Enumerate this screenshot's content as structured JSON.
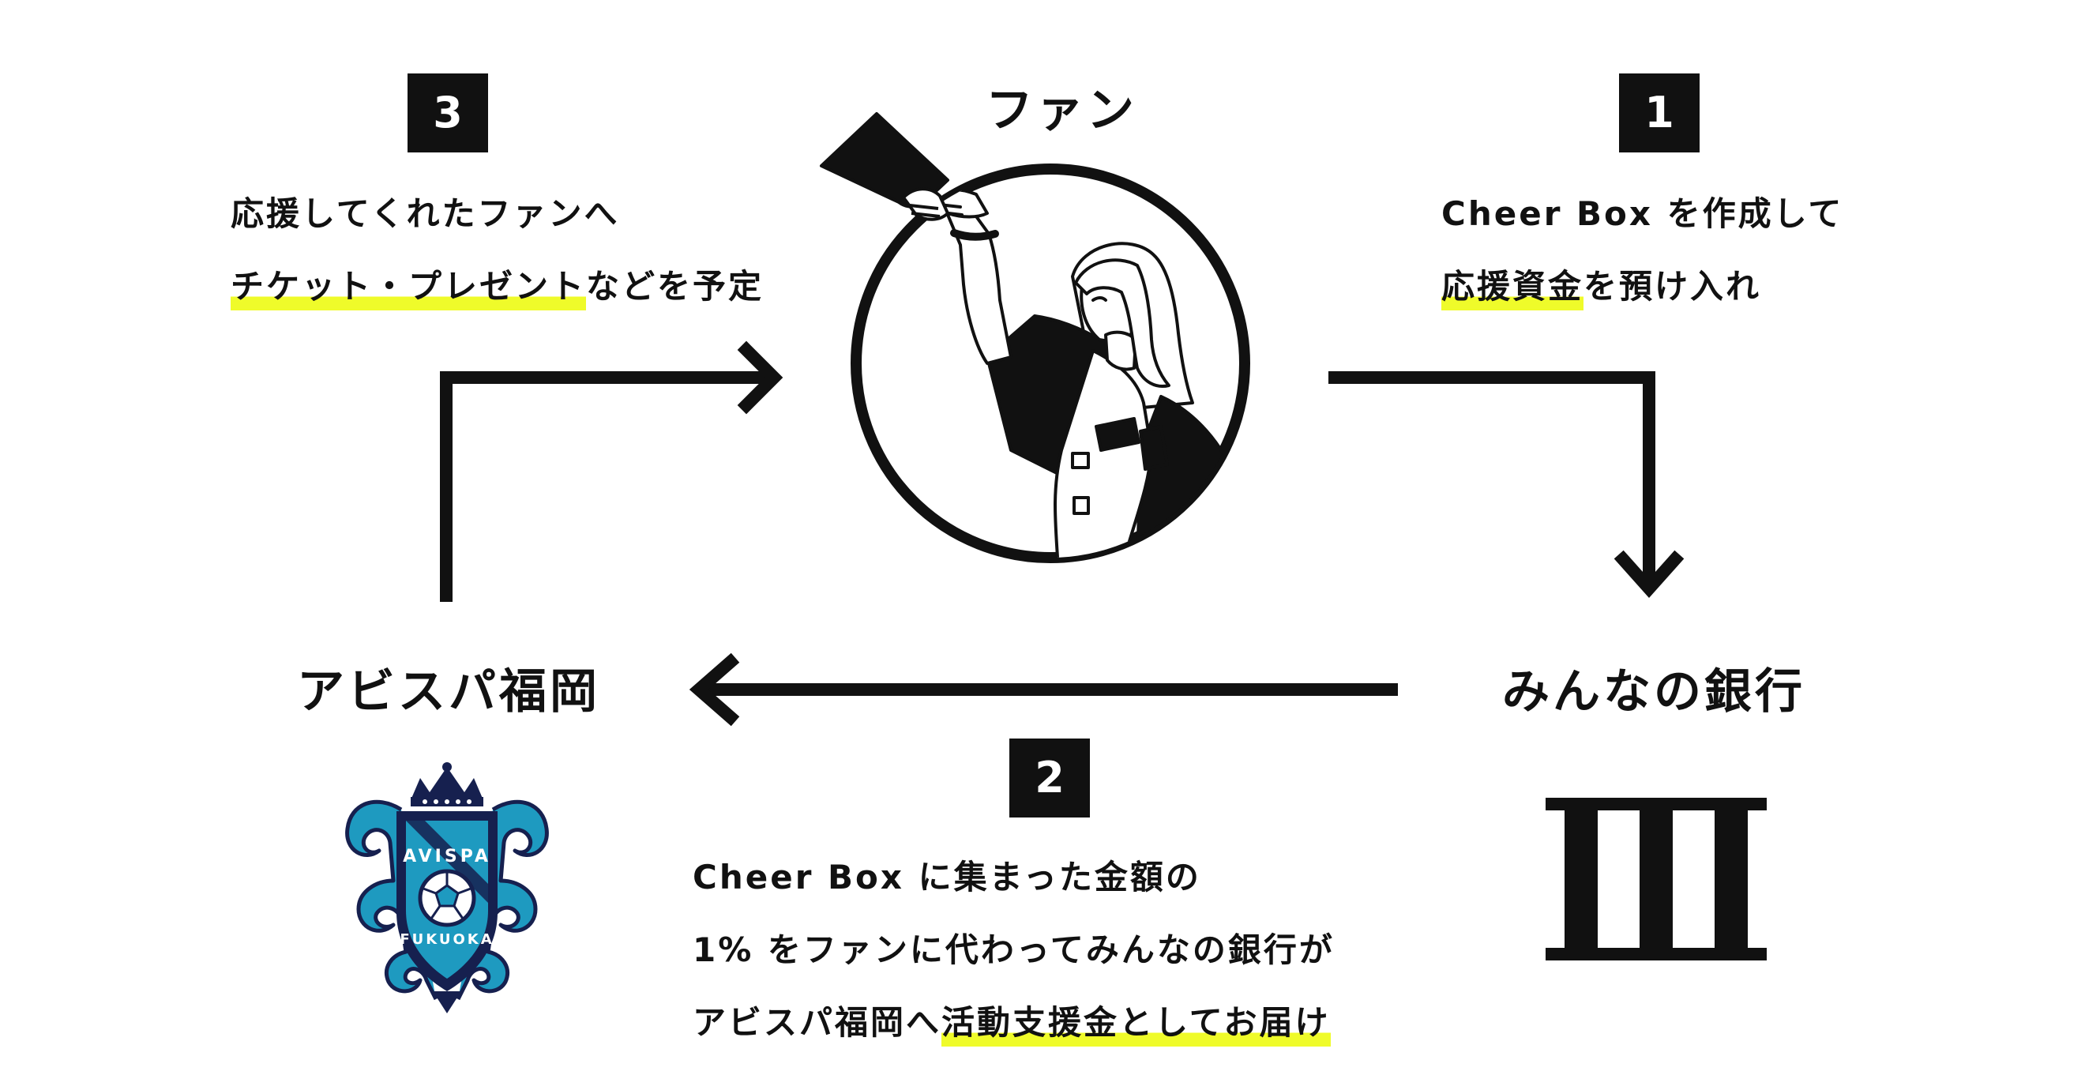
{
  "nodes": {
    "fan": "ファン",
    "bank": "みんなの銀行",
    "club": "アビスパ福岡"
  },
  "steps": {
    "step1": {
      "number": "1",
      "line1": "Cheer Box を作成して",
      "line2_highlight": "応援資金",
      "line2_rest": "を預け入れ"
    },
    "step2": {
      "number": "2",
      "line1": "Cheer Box に集まった金額の",
      "line2": "1% をファンに代わってみんなの銀行が",
      "line3_plain": "アビスパ福岡へ",
      "line3_highlight": "活動支援金としてお届け"
    },
    "step3": {
      "number": "3",
      "line1": "応援してくれたファンへ",
      "line2_highlight": "チケット・プレゼント",
      "line2_rest": "などを予定"
    }
  },
  "emblem": {
    "top_text": "AVISPA",
    "bottom_text": "FUKUOKA"
  },
  "colors": {
    "ink": "#111111",
    "highlight": "#EFFB2A",
    "emblem_blue": "#1e9ac0",
    "emblem_navy": "#16204f"
  },
  "icons": {
    "fan_illustration": "fan-cheering-illustration",
    "bank_logo": "bank-pillars-logo",
    "club_logo": "club-crest-logo"
  }
}
